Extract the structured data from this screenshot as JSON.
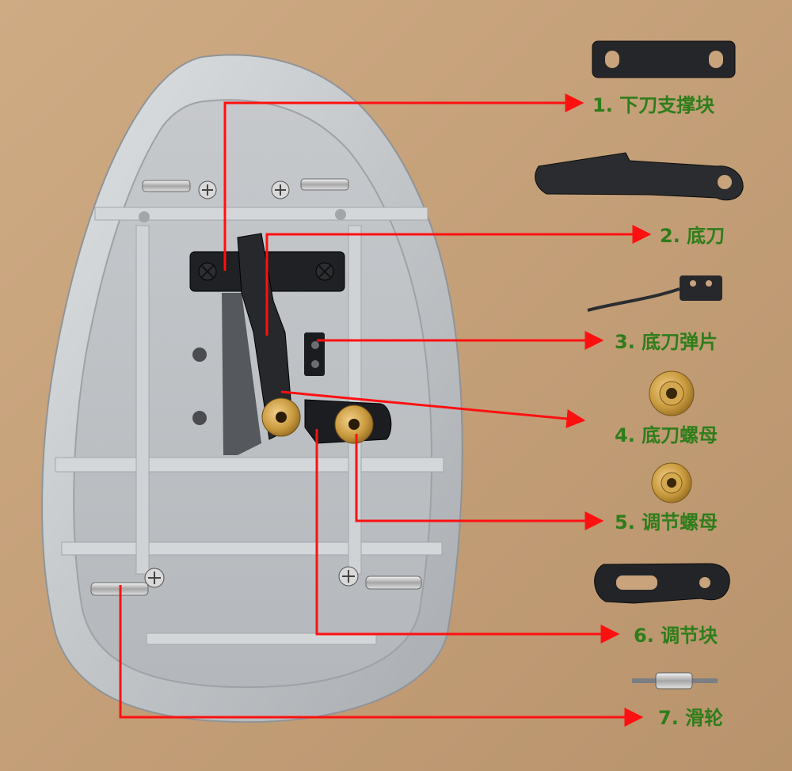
{
  "colors": {
    "background": "#c8a37c",
    "plate": "#c9ccce",
    "label_text": "#2e7d1a",
    "leader_line": "#ff1010"
  },
  "parts": [
    {
      "label": "1. 下刀支撑块",
      "icon": "support-block-icon"
    },
    {
      "label": "2. 底刀",
      "icon": "bottom-knife-icon"
    },
    {
      "label": "3. 底刀弹片",
      "icon": "knife-spring-icon"
    },
    {
      "label": "4. 底刀螺母",
      "icon": "brass-nut-icon"
    },
    {
      "label": "5. 调节螺母",
      "icon": "brass-nut-icon"
    },
    {
      "label": "6. 调节块",
      "icon": "adjust-block-icon"
    },
    {
      "label": "7. 滑轮",
      "icon": "pulley-icon"
    }
  ]
}
